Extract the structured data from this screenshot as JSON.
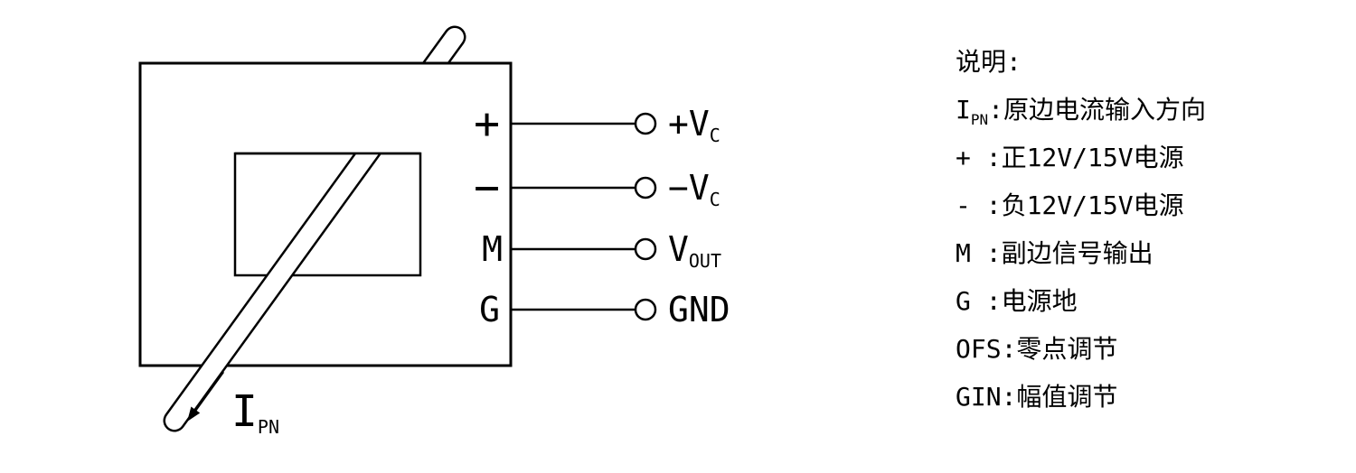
{
  "colors": {
    "ink": "#000000",
    "background": "#ffffff"
  },
  "diagram": {
    "pins": [
      {
        "symbol": "+",
        "terminal": "+V",
        "terminal_sub": "C"
      },
      {
        "symbol": "−",
        "terminal": "−V",
        "terminal_sub": "C"
      },
      {
        "symbol": "M",
        "terminal": "V",
        "terminal_sub": "OUT"
      },
      {
        "symbol": "G",
        "terminal": "GND",
        "terminal_sub": ""
      }
    ],
    "current_arrow": {
      "label": "I",
      "label_sub": "PN"
    }
  },
  "legend": {
    "title": "说明:",
    "items": [
      {
        "term": "I",
        "sub": "PN",
        "rest": ":原边电流输入方向"
      },
      {
        "term": "+",
        "sub": "",
        "rest": " :正12V/15V电源"
      },
      {
        "term": "-",
        "sub": "",
        "rest": " :负12V/15V电源"
      },
      {
        "term": "M",
        "sub": "",
        "rest": " :副边信号输出"
      },
      {
        "term": "G",
        "sub": "",
        "rest": " :电源地"
      },
      {
        "term": "OFS",
        "sub": "",
        "rest": ":零点调节"
      },
      {
        "term": "GIN",
        "sub": "",
        "rest": ":幅值调节"
      }
    ]
  }
}
